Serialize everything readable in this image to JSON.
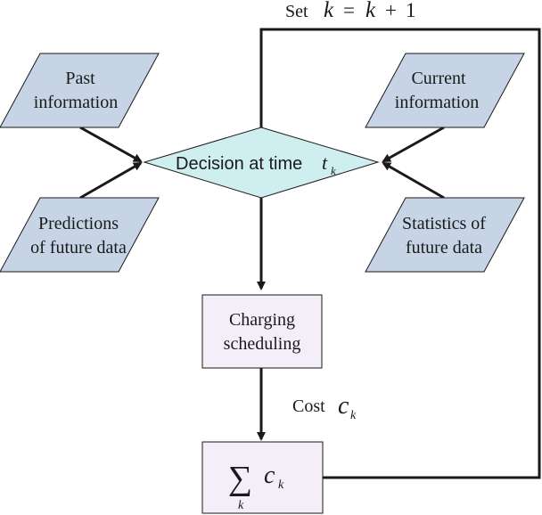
{
  "feedback_label": {
    "prefix": "Set",
    "expr_lhs": "k",
    "expr_eq": "=",
    "expr_rhs": "k",
    "expr_op": "+",
    "expr_one": "1"
  },
  "inputs": {
    "past": [
      "Past",
      "information"
    ],
    "current": [
      "Current",
      "information"
    ],
    "predictions": [
      "Predictions",
      "of future data"
    ],
    "statistics": [
      "Statistics of",
      "future data"
    ]
  },
  "decision": {
    "label": "Decision at time",
    "var": "t",
    "sub": "k"
  },
  "scheduling": [
    "Charging",
    "scheduling"
  ],
  "cost_label": {
    "prefix": "Cost",
    "var": "c",
    "sub": "k"
  },
  "sum_box": {
    "symbol": "∑",
    "index": "k",
    "var": "c",
    "sub": "k"
  },
  "colors": {
    "input_fill": "#c7d4e6",
    "decision_fill": "#cfeef0",
    "process_fill": "#f3eef7",
    "stroke": "#1a1a1a"
  }
}
